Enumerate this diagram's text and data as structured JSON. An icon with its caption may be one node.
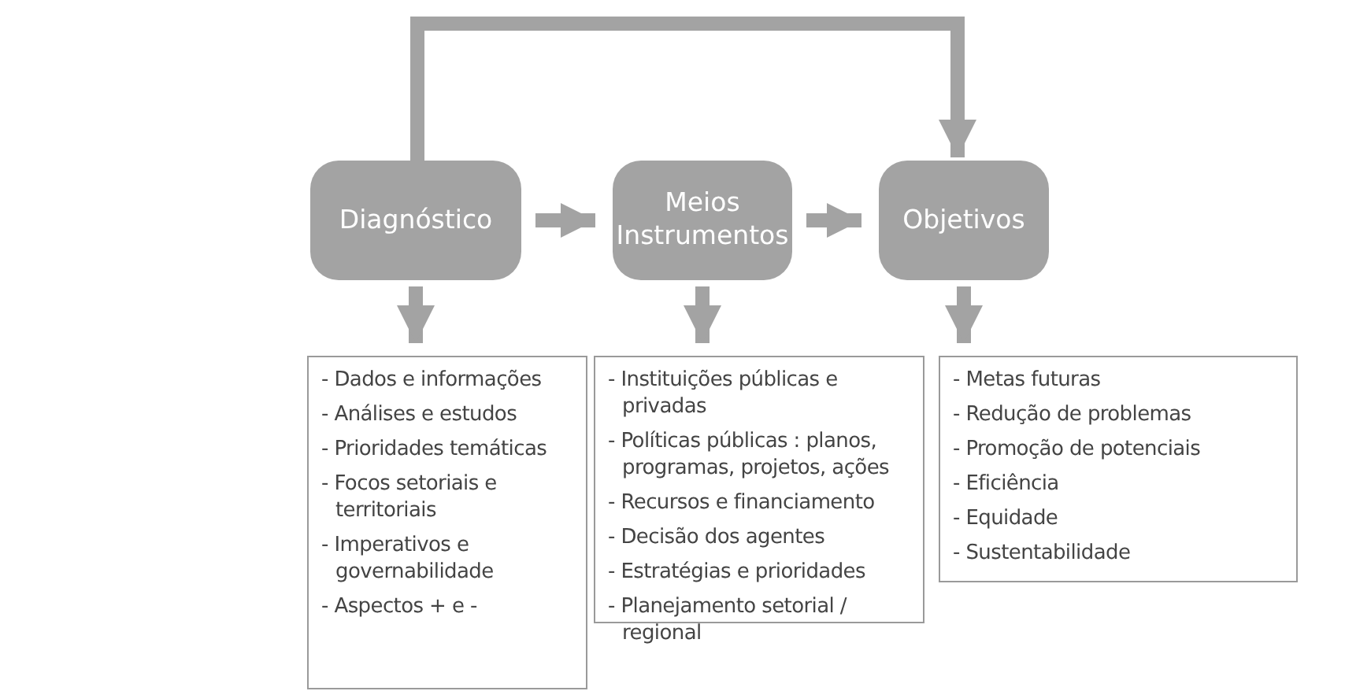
{
  "diagram": {
    "nodes": [
      {
        "text": [
          "Diagnóstico"
        ]
      },
      {
        "text": [
          "Meios Instrumentos"
        ]
      },
      {
        "text": [
          "Objetivos"
        ]
      },
      {
        "text": [
          "- Dados e informações",
          "- Análises e estudos",
          "- Prioridades temáticas",
          "- Focos setoriais e territoriais",
          "- Imperativos e governabilidade",
          "- Aspectos + e -"
        ]
      },
      {
        "text": [
          "- Instituições públicas e privadas",
          "- Políticas públicas : planos, programas, projetos, ações",
          "- Recursos e financiamento",
          "- Decisão dos agentes",
          "- Estratégias e prioridades",
          "- Planejamento setorial / regional"
        ]
      },
      {
        "text": [
          "- Metas futuras",
          "- Redução de problemas",
          "- Promoção de potenciais",
          "- Eficiência",
          "- Equidade",
          "- Sustentabilidade"
        ]
      }
    ],
    "edges": [
      {
        "from": 0,
        "to": 2,
        "arrow": "to"
      },
      {
        "from": 0,
        "to": 1,
        "arrow": "to"
      },
      {
        "from": 1,
        "to": 2,
        "arrow": "to"
      },
      {
        "from": 0,
        "to": 3,
        "arrow": "to"
      },
      {
        "from": 1,
        "to": 4,
        "arrow": "to"
      },
      {
        "from": 2,
        "to": 5,
        "arrow": "to"
      }
    ]
  }
}
